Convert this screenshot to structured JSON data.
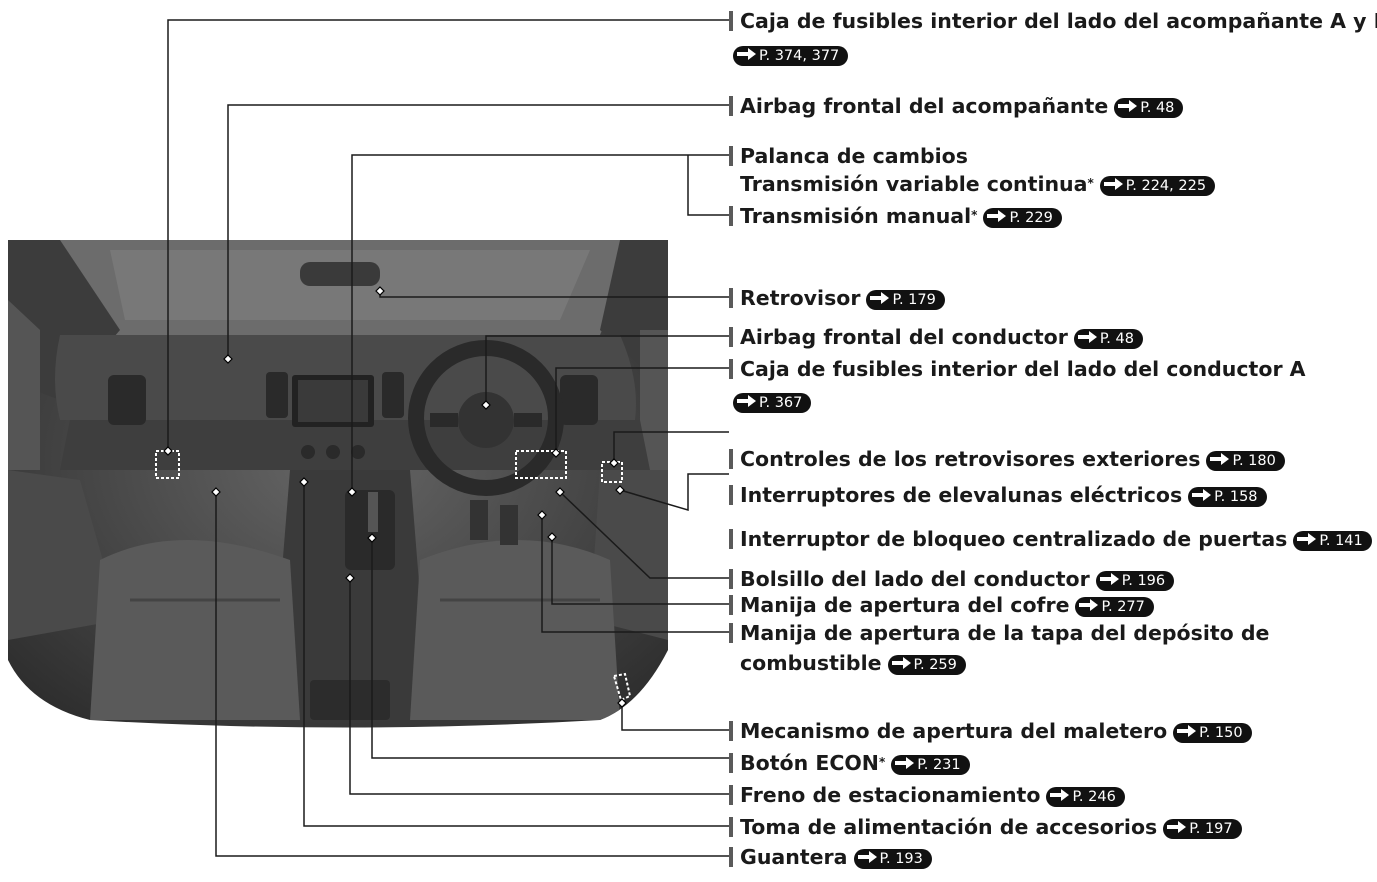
{
  "labels": [
    {
      "id": "passenger-fuse-box",
      "text": "Caja de fusibles interior del lado del acompañante A y B",
      "star": true,
      "ref": "P. 374, 377"
    },
    {
      "id": "passenger-airbag",
      "text": "Airbag frontal del acompañante",
      "star": false,
      "ref": "P. 48"
    },
    {
      "id": "shift-lever",
      "text": "Palanca de cambios",
      "star": false,
      "ref": ""
    },
    {
      "id": "cvt",
      "text": "Transmisión variable continua",
      "star": true,
      "ref": "P. 224, 225"
    },
    {
      "id": "manual-transmission",
      "text": "Transmisión manual",
      "star": true,
      "ref": "P. 229"
    },
    {
      "id": "rearview-mirror",
      "text": "Retrovisor",
      "star": false,
      "ref": "P. 179"
    },
    {
      "id": "driver-airbag",
      "text": "Airbag frontal del conductor",
      "star": false,
      "ref": "P. 48"
    },
    {
      "id": "driver-fuse-box",
      "text": "Caja de fusibles interior del lado del conductor A",
      "star": false,
      "ref": "P. 367"
    },
    {
      "id": "mirror-controls",
      "text": "Controles de los retrovisores exteriores",
      "star": false,
      "ref": "P. 180"
    },
    {
      "id": "power-window-switches",
      "text": "Interruptores de elevalunas eléctricos",
      "star": false,
      "ref": "P. 158"
    },
    {
      "id": "central-lock-switch",
      "text": "Interruptor de bloqueo centralizado de puertas",
      "star": false,
      "ref": "P. 141"
    },
    {
      "id": "driver-pocket",
      "text": "Bolsillo del lado del conductor",
      "star": false,
      "ref": "P. 196"
    },
    {
      "id": "hood-release",
      "text": "Manija de apertura del cofre",
      "star": false,
      "ref": "P. 277"
    },
    {
      "id": "fuel-door-release-1",
      "text": "Manija de apertura de la tapa del depósito de",
      "star": false,
      "ref": ""
    },
    {
      "id": "fuel-door-release-2",
      "text": "combustible",
      "star": false,
      "ref": "P. 259"
    },
    {
      "id": "trunk-release",
      "text": "Mecanismo de apertura del maletero",
      "star": false,
      "ref": "P. 150"
    },
    {
      "id": "econ-button",
      "text": "Botón ECON",
      "star": true,
      "ref": "P. 231"
    },
    {
      "id": "parking-brake",
      "text": "Freno de estacionamiento",
      "star": false,
      "ref": "P. 246"
    },
    {
      "id": "accessory-socket",
      "text": "Toma de alimentación de accesorios",
      "star": false,
      "ref": "P. 197"
    },
    {
      "id": "glove-box",
      "text": "Guantera",
      "star": false,
      "ref": "P. 193"
    }
  ],
  "star_symbol": "*",
  "arrow_icon": "page-reference-arrow-icon"
}
